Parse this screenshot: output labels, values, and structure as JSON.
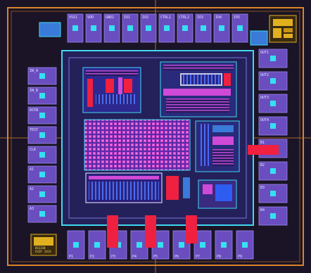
{
  "title": "",
  "colors": {
    "background": "#ffffff",
    "die": "#1a1426",
    "seal_ring": "#d8842a",
    "pad_metal": "#6a4ec0",
    "pad_via": "#35e0f0",
    "metal_blue": "#2f5cf0",
    "metal_pink": "#d04ad8",
    "poly_red": "#f02040",
    "outline_cyan": "#40d8f0",
    "logo_gold": "#e0b020"
  },
  "chip": {
    "top_pads": [
      "VSS1",
      "VDD",
      "GND2",
      "IO1",
      "IO2",
      "CTRL1",
      "CTRL2",
      "IO3",
      "IO4",
      "IO5"
    ],
    "left_pads": [
      "IN_A",
      "IN_B",
      "RSTN",
      "TEST",
      "CLK",
      "A1",
      "A2",
      "A3"
    ],
    "right_pads": [
      "OUT1",
      "OUT2",
      "OUT3",
      "OUT4",
      "B1",
      "B2",
      "B3",
      "B4"
    ],
    "bottom_pads": [
      "P1",
      "P2",
      "P3",
      "P4",
      "P5",
      "P6",
      "P7",
      "P8",
      "P9"
    ],
    "logo_text": [
      "DESIGN",
      "CHIP",
      "2014"
    ]
  }
}
